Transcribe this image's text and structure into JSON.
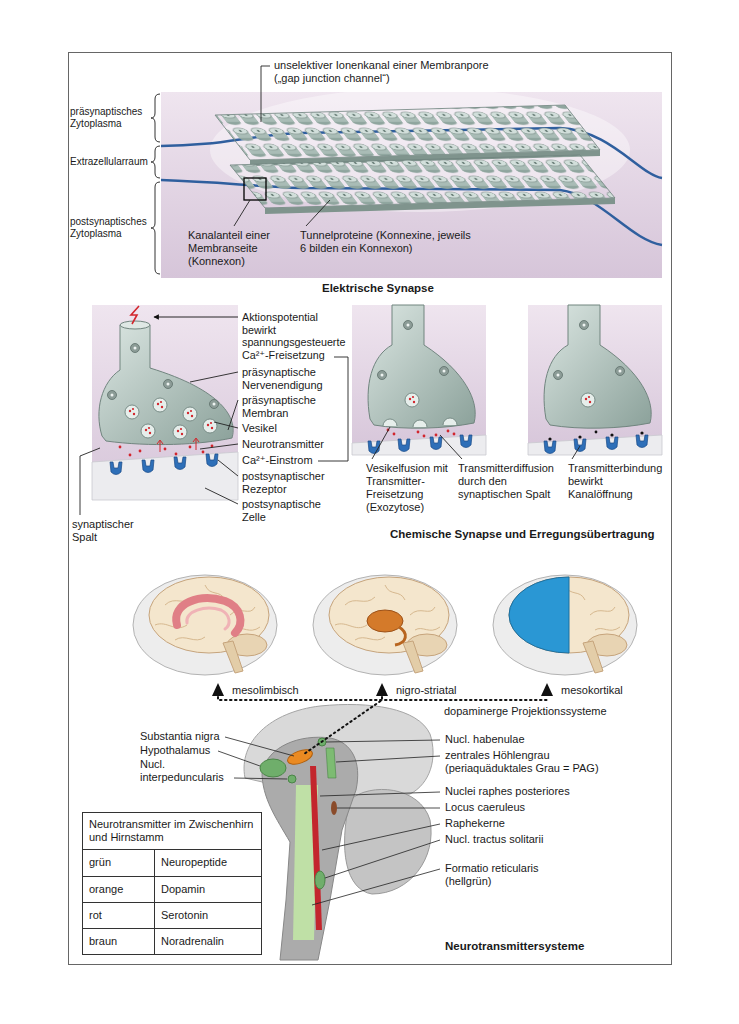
{
  "diagram": {
    "nodes": [
      {
        "text": [
          "Neurotransmitter im Zwischenhirn und Hirnstamm",
          "grün",
          "Neuropeptide",
          "orange",
          "Dopamin",
          "rot",
          "Serotonin",
          "braun",
          "Noradrenalin"
        ]
      }
    ],
    "labels": [
      "präsynaptisches Zytoplasma",
      "unselektiver Ionenkanal einer Membranpore („gap junction channel“)",
      "Extrazellularraum",
      "postsynaptisches Zytoplasma",
      "Kanalanteil einer Membranseite (Konnexon)",
      "Tunnelproteine (Konnexine, jeweils 6 bilden ein Konnexon)",
      "Elektrische Synapse",
      "Aktionspotential bewirkt spannungsgesteuerte Ca²⁺-Freisetzung",
      "präsynaptische Nervenendigung",
      "präsynaptische Membran",
      "Vesikel",
      "Neurotransmitter",
      "Ca²⁺-Einstrom",
      "postsynaptischer Rezeptor",
      "postsynaptische Zelle",
      "synaptischer Spalt",
      "Vesikelfusion mit Transmitter-Freisetzung (Exozytose)",
      "Transmitterdiffusion durch den synaptischen Spalt",
      "Transmitterbindung bewirkt Kanalöffnung",
      "Chemische Synapse und Erregungsübertragung",
      "mesolimbisch",
      "nigro-striatal",
      "mesokortikal",
      "dopaminerge Projektionssysteme",
      "Substantia nigra",
      "Hypothalamus",
      "Nucl. interpeduncularis",
      "Nucl. habenulae",
      "zentrales Höhlengrau (periaquäduktales Grau = PAG)",
      "Nuclei raphes posteriores",
      "Locus caeruleus",
      "Raphekerne",
      "Nucl. tractus solitarii",
      "Formatio reticularis (hellgrün)",
      "Neurotransmittersysteme"
    ]
  }
}
